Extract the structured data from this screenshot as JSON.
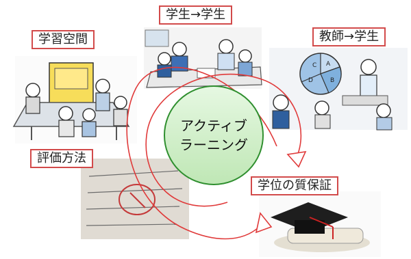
{
  "labels": {
    "learning_space": "学習空間",
    "student_to_student": "学生→学生",
    "teacher_to_student": "教師→学生",
    "evaluation_method": "評価方法",
    "degree_quality": "学位の質保証"
  },
  "center": {
    "line1": "アクティブ",
    "line2": "ラーニング"
  },
  "colors": {
    "label_border": "#d24a4a",
    "arrow": "#e03a3a",
    "circle_fill": "#c8eec0",
    "circle_stroke": "#2f8f2f"
  }
}
